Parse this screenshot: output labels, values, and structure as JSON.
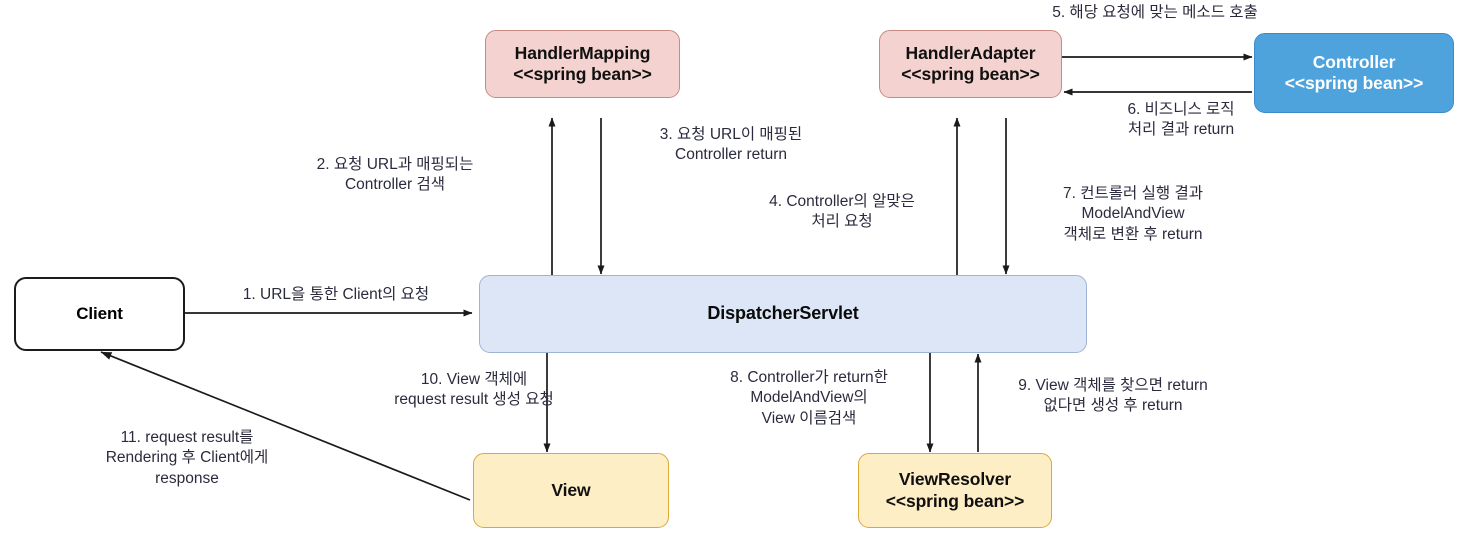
{
  "diagram": {
    "title": "Spring MVC DispatcherServlet request flow",
    "colors": {
      "pink_fill": "#f4d2cf",
      "pink_stroke": "#c98a86",
      "blue_fill": "#4ea3dd",
      "blue_stroke": "#3c8ccc",
      "dispatcher_fill": "#dce6f6",
      "dispatcher_stroke": "#9fb4d4",
      "yellow_fill": "#fdeec6",
      "yellow_stroke": "#d9a93c",
      "client_fill": "#ffffff",
      "client_stroke": "#1b1b1b",
      "arrow_color": "#1a1a1a",
      "label_color": "#2b2b3e"
    },
    "nodes": [
      {
        "id": "client",
        "label": "Client"
      },
      {
        "id": "handler-mapping",
        "label": "HandlerMapping\n<<spring bean>>"
      },
      {
        "id": "handler-adapter",
        "label": "HandlerAdapter\n<<spring bean>>"
      },
      {
        "id": "controller",
        "label": "Controller\n<<spring bean>>"
      },
      {
        "id": "dispatcher-servlet",
        "label": "DispatcherServlet"
      },
      {
        "id": "view",
        "label": "View"
      },
      {
        "id": "view-resolver",
        "label": "ViewResolver\n<<spring bean>>"
      }
    ],
    "edges": [
      {
        "id": "step-1",
        "label": "1. URL을 통한 Client의 요청",
        "from": "client",
        "to": "dispatcher-servlet"
      },
      {
        "id": "step-2",
        "label": "2. 요청 URL과 매핑되는\nController 검색",
        "from": "dispatcher-servlet",
        "to": "handler-mapping"
      },
      {
        "id": "step-3",
        "label": "3. 요청 URL이 매핑된\nController return",
        "from": "handler-mapping",
        "to": "dispatcher-servlet"
      },
      {
        "id": "step-4",
        "label": "4. Controller의 알맞은\n처리 요청",
        "from": "dispatcher-servlet",
        "to": "handler-adapter"
      },
      {
        "id": "step-5",
        "label": "5. 해당 요청에 맞는 메소드 호출",
        "from": "handler-adapter",
        "to": "controller"
      },
      {
        "id": "step-6",
        "label": "6. 비즈니스 로직\n처리 결과 return",
        "from": "controller",
        "to": "handler-adapter"
      },
      {
        "id": "step-7",
        "label": "7. 컨트롤러 실행 결과\nModelAndView\n객체로 변환 후 return",
        "from": "handler-adapter",
        "to": "dispatcher-servlet"
      },
      {
        "id": "step-8",
        "label": "8. Controller가 return한\nModelAndView의\nView 이름검색",
        "from": "dispatcher-servlet",
        "to": "view-resolver"
      },
      {
        "id": "step-9",
        "label": "9. View 객체를 찾으면 return\n없다면 생성 후 return",
        "from": "view-resolver",
        "to": "dispatcher-servlet"
      },
      {
        "id": "step-10",
        "label": "10. View 객체에\nrequest result 생성 요청",
        "from": "dispatcher-servlet",
        "to": "view"
      },
      {
        "id": "step-11",
        "label": "11. request result를\nRendering 후 Client에게\nresponse",
        "from": "view",
        "to": "client"
      }
    ]
  }
}
